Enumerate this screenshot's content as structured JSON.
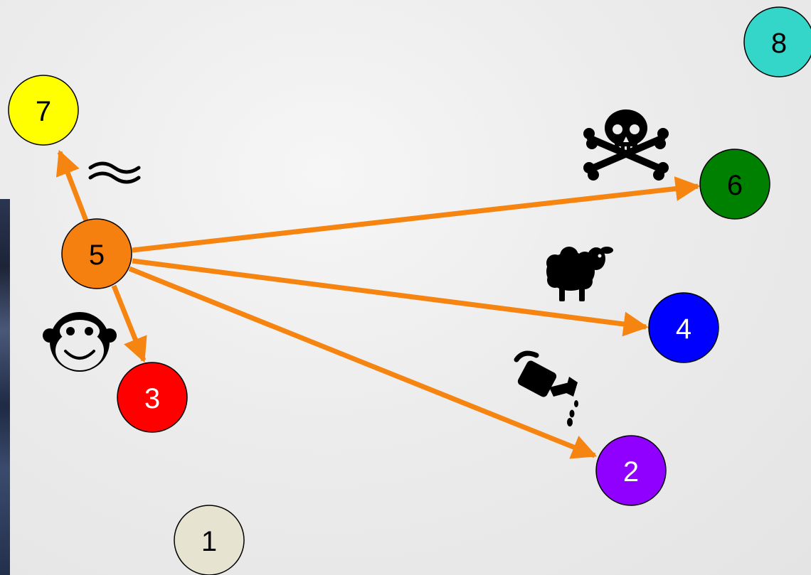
{
  "nodes": [
    {
      "id": "1",
      "label": "1",
      "fill": "#e6e3d0",
      "text": "#000000"
    },
    {
      "id": "2",
      "label": "2",
      "fill": "#8f00ff",
      "text": "#ffffff"
    },
    {
      "id": "3",
      "label": "3",
      "fill": "#ff0000",
      "text": "#ffffff"
    },
    {
      "id": "4",
      "label": "4",
      "fill": "#0000ff",
      "text": "#ffffff"
    },
    {
      "id": "5",
      "label": "5",
      "fill": "#f57f0f",
      "text": "#000000"
    },
    {
      "id": "6",
      "label": "6",
      "fill": "#008000",
      "text": "#000000"
    },
    {
      "id": "7",
      "label": "7",
      "fill": "#ffff00",
      "text": "#000000"
    },
    {
      "id": "8",
      "label": "8",
      "fill": "#33d6c9",
      "text": "#000000"
    }
  ],
  "edges": [
    {
      "from": "5",
      "to": "7"
    },
    {
      "from": "5",
      "to": "6"
    },
    {
      "from": "5",
      "to": "4"
    },
    {
      "from": "5",
      "to": "3"
    },
    {
      "from": "5",
      "to": "2"
    }
  ],
  "icons": [
    "waves-icon",
    "skull-crossbones-icon",
    "sheep-icon",
    "monkey-icon",
    "watering-can-icon"
  ],
  "arrow_color": "#f58410"
}
